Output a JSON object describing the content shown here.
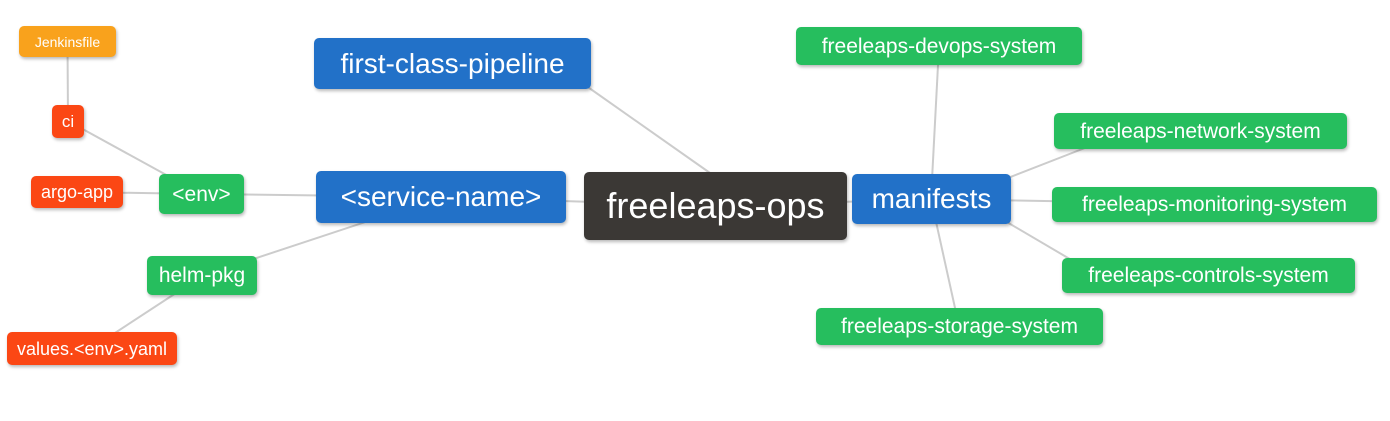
{
  "diagram": {
    "type": "mindmap",
    "root_label": "freeleaps-ops"
  },
  "colors": {
    "background": "#FFFFFF",
    "root_node": "#3B3835",
    "branch_node": "#2271C8",
    "section_node": "#26BE5E",
    "leaf_node": "#FB4714",
    "file_node": "#F9A21C",
    "connector_line": "#CCCCCC",
    "node_text": "#FFFFFF"
  },
  "nodes": {
    "freeleaps_ops": {
      "label": "freeleaps-ops"
    },
    "first_class_pipeline": {
      "label": "first-class-pipeline"
    },
    "service_name": {
      "label": "<service-name>"
    },
    "manifests": {
      "label": "manifests"
    },
    "env": {
      "label": "<env>"
    },
    "helm_pkg": {
      "label": "helm-pkg"
    },
    "ci": {
      "label": "ci"
    },
    "argo_app": {
      "label": "argo-app"
    },
    "jenkinsfile": {
      "label": "Jenkinsfile"
    },
    "values_env_yaml": {
      "label": "values.<env>.yaml"
    },
    "freeleaps_devops_system": {
      "label": "freeleaps-devops-system"
    },
    "freeleaps_network_system": {
      "label": "freeleaps-network-system"
    },
    "freeleaps_monitoring_system": {
      "label": "freeleaps-monitoring-system"
    },
    "freeleaps_controls_system": {
      "label": "freeleaps-controls-system"
    },
    "freeleaps_storage_system": {
      "label": "freeleaps-storage-system"
    }
  },
  "edges": [
    {
      "from": "Jenkinsfile",
      "to": "ci"
    },
    {
      "from": "ci",
      "to": "<env>"
    },
    {
      "from": "argo-app",
      "to": "<env>"
    },
    {
      "from": "<env>",
      "to": "<service-name>"
    },
    {
      "from": "helm-pkg",
      "to": "<service-name>"
    },
    {
      "from": "values.<env>.yaml",
      "to": "helm-pkg"
    },
    {
      "from": "<service-name>",
      "to": "freeleaps-ops"
    },
    {
      "from": "first-class-pipeline",
      "to": "freeleaps-ops"
    },
    {
      "from": "freeleaps-ops",
      "to": "manifests"
    },
    {
      "from": "manifests",
      "to": "freeleaps-devops-system"
    },
    {
      "from": "manifests",
      "to": "freeleaps-network-system"
    },
    {
      "from": "manifests",
      "to": "freeleaps-monitoring-system"
    },
    {
      "from": "manifests",
      "to": "freeleaps-controls-system"
    },
    {
      "from": "manifests",
      "to": "freeleaps-storage-system"
    }
  ]
}
